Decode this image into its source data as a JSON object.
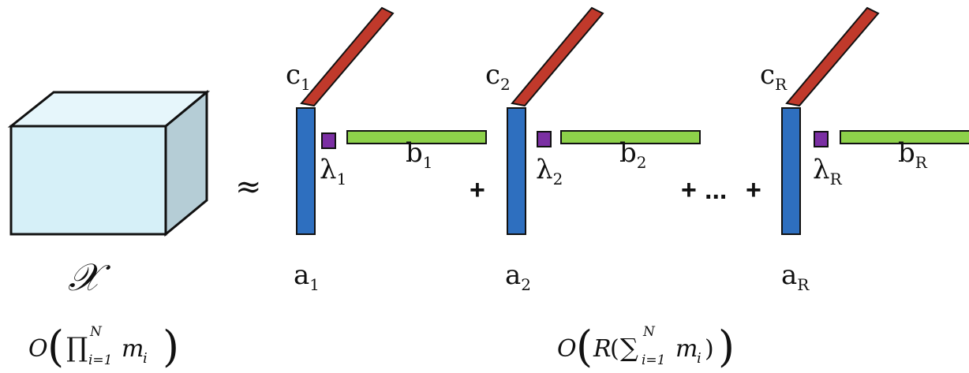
{
  "tensor": {
    "symbol": "𝒳",
    "complexity": {
      "prefix": "O",
      "product_symbol": "∏",
      "upper": "N",
      "lower": "i=1",
      "term": "m",
      "term_sub": "i"
    }
  },
  "approx_symbol": "≈",
  "components": [
    {
      "c": {
        "base": "c",
        "sub": "1"
      },
      "lambda": {
        "base": "λ",
        "sub": "1"
      },
      "b": {
        "base": "b",
        "sub": "1"
      },
      "a": {
        "base": "a",
        "sub": "1"
      }
    },
    {
      "c": {
        "base": "c",
        "sub": "2"
      },
      "lambda": {
        "base": "λ",
        "sub": "2"
      },
      "b": {
        "base": "b",
        "sub": "2"
      },
      "a": {
        "base": "a",
        "sub": "2"
      }
    },
    {
      "c": {
        "base": "c",
        "sub": "R"
      },
      "lambda": {
        "base": "λ",
        "sub": "R"
      },
      "b": {
        "base": "b",
        "sub": "R"
      },
      "a": {
        "base": "a",
        "sub": "R"
      }
    }
  ],
  "operators": {
    "plus_1": "+",
    "plus_2": "+",
    "ellipsis": "...",
    "plus_3": "+"
  },
  "decomposition_complexity": {
    "prefix": "O",
    "R": "R",
    "open_paren": "(",
    "sum_symbol": "∑",
    "upper": "N",
    "lower": "i=1",
    "term": "m",
    "term_sub": "i",
    "close_paren": ")"
  },
  "colors": {
    "cube_front": "#d6f0f8",
    "cube_top": "#e6f6fb",
    "cube_side": "#b5cdd6",
    "a_vector": "#2e6fbf",
    "b_vector": "#8dd14a",
    "c_vector": "#c0392b",
    "lambda": "#7b2fa3"
  }
}
